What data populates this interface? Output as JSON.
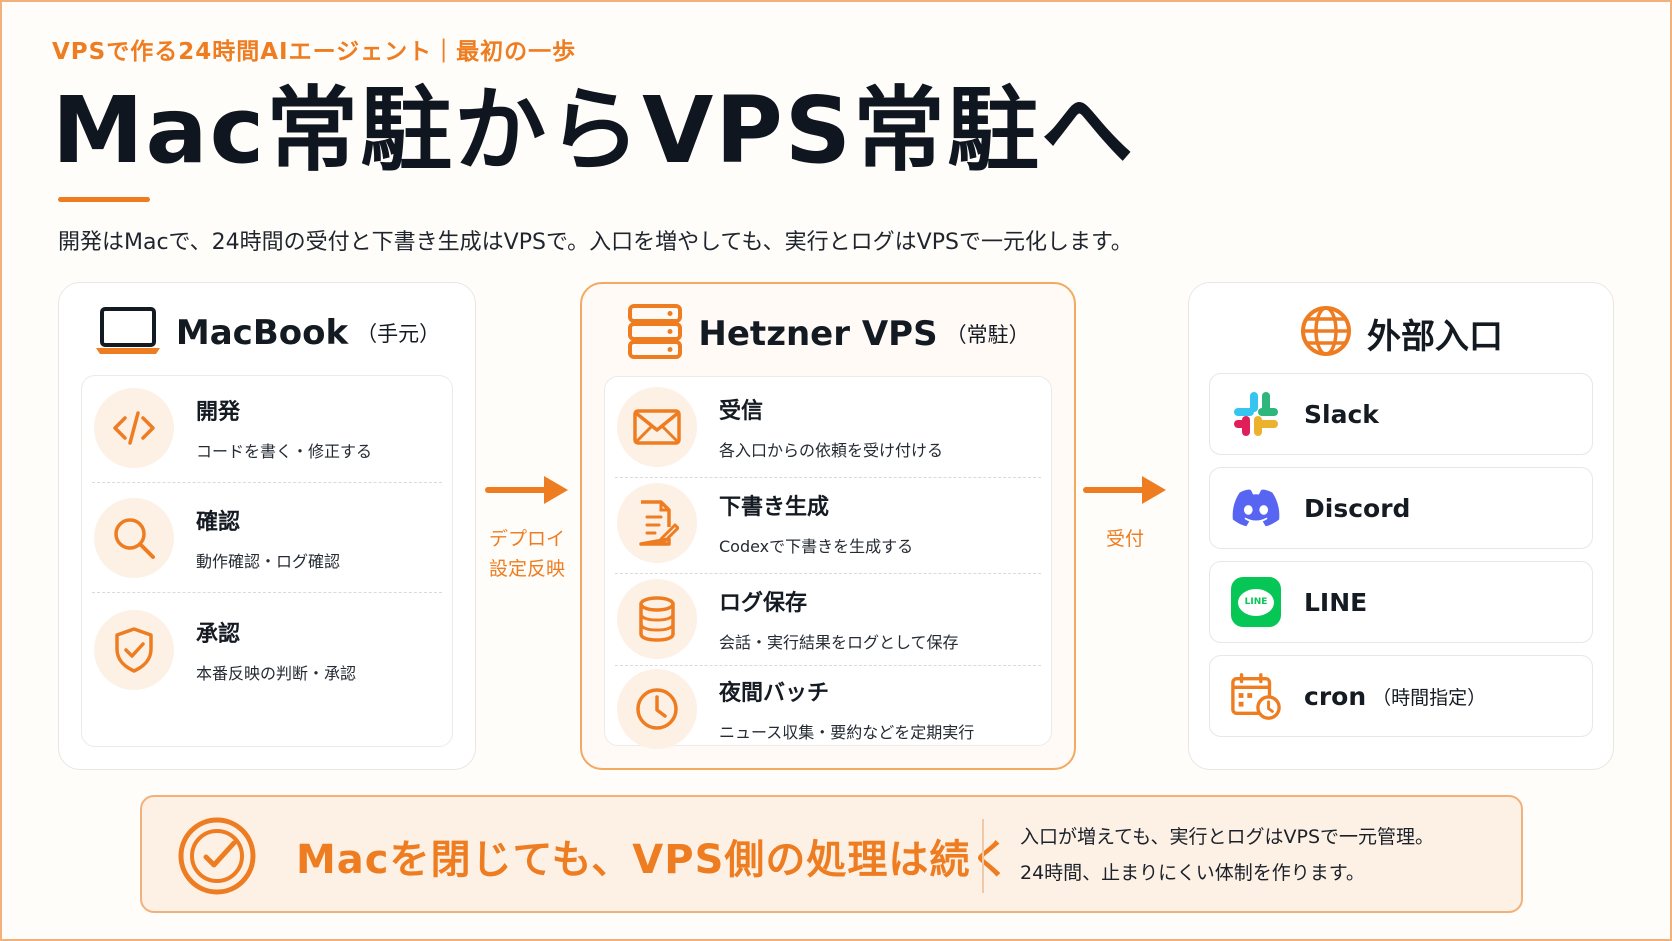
{
  "header": {
    "kicker": "VPSで作る24時間AIエージェント｜最初の一歩",
    "title": "Mac常駐からVPS常駐へ",
    "subtitle": "開発はMacで、24時間の受付と下書き生成はVPSで。入口を増やしても、実行とログはVPSで一元化します。"
  },
  "mac_panel": {
    "name": "MacBook",
    "note": "（手元）",
    "items": [
      {
        "title": "開発",
        "desc": "コードを書く・修正する",
        "icon": "code-icon"
      },
      {
        "title": "確認",
        "desc": "動作確認・ログ確認",
        "icon": "search-icon"
      },
      {
        "title": "承認",
        "desc": "本番反映の判断・承認",
        "icon": "shield-check-icon"
      }
    ]
  },
  "arrow1": {
    "line1": "デプロイ",
    "line2": "設定反映"
  },
  "vps_panel": {
    "name": "Hetzner VPS",
    "note": "（常駐）",
    "items": [
      {
        "title": "受信",
        "desc": "各入口からの依頼を受け付ける",
        "icon": "mail-icon"
      },
      {
        "title": "下書き生成",
        "desc": "Codexで下書きを生成する",
        "icon": "document-edit-icon"
      },
      {
        "title": "ログ保存",
        "desc": "会話・実行結果をログとして保存",
        "icon": "database-icon"
      },
      {
        "title": "夜間バッチ",
        "desc": "ニュース収集・要約などを定期実行",
        "icon": "clock-icon"
      }
    ]
  },
  "arrow2": {
    "label": "受付"
  },
  "entry_panel": {
    "name": "外部入口",
    "channels": [
      {
        "label": "Slack",
        "sub": "",
        "icon": "slack-icon"
      },
      {
        "label": "Discord",
        "sub": "",
        "icon": "discord-icon"
      },
      {
        "label": "LINE",
        "sub": "",
        "icon": "line-icon",
        "icon_text": "LINE"
      },
      {
        "label": "cron",
        "sub": "（時間指定）",
        "icon": "calendar-clock-icon"
      }
    ]
  },
  "bottom": {
    "message": "Macを閉じても、VPS側の処理は続く",
    "note1": "入口が増えても、実行とログはVPSで一元管理。",
    "note2": "24時間、止まりにくい体制を作ります。"
  },
  "colors": {
    "accent": "#ee7d22",
    "dark": "#101620",
    "soft": "#fdf0e5"
  }
}
